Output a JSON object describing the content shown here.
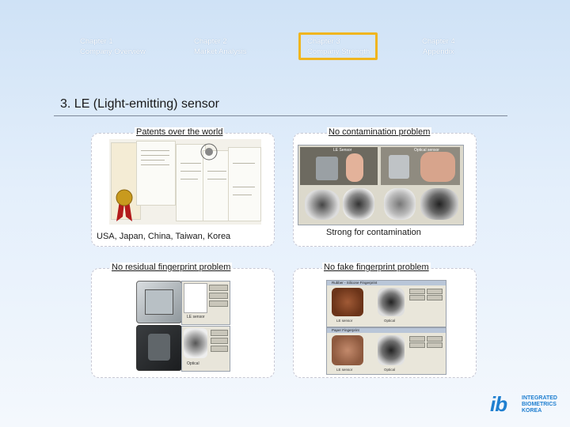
{
  "nav": [
    {
      "line1": "Chapter 1",
      "line2": "Company Overview"
    },
    {
      "line1": "Chapter 2",
      "line2": "Market Analysis"
    },
    {
      "line1": "Chapter 3",
      "line2": "Company Strength"
    },
    {
      "line1": "Chapter 4",
      "line2": "Appendix"
    }
  ],
  "slide_title": "3. LE (Light-emitting) sensor",
  "panels": {
    "top_left": {
      "title": "Patents over the world",
      "caption": "USA, Japan, China, Taiwan, Korea"
    },
    "top_right": {
      "title": "No contamination problem",
      "caption": "Strong for contamination",
      "img_label_1": "LE Sensor",
      "img_label_2": "Optical sensor"
    },
    "bottom_left": {
      "title": "No residual fingerprint problem",
      "img_label_1": "LE sensor",
      "img_label_2": "Optical"
    },
    "bottom_right": {
      "title": "No fake fingerprint problem",
      "win1_title": "Rubber - Silicone Fingerprint",
      "win2_title": "Paper Fingerprint",
      "img_label_1": "LE sensor",
      "img_label_2": "Optical",
      "img_label_3": "LE sensor",
      "img_label_4": "Optical"
    }
  },
  "logo": {
    "mark": "ib",
    "line1": "INTEGRATED",
    "line2": "BIOMETRICS",
    "line3": "KOREA"
  },
  "colors": {
    "highlight": "#f0b51e",
    "logo_blue": "#1f7fd0"
  }
}
